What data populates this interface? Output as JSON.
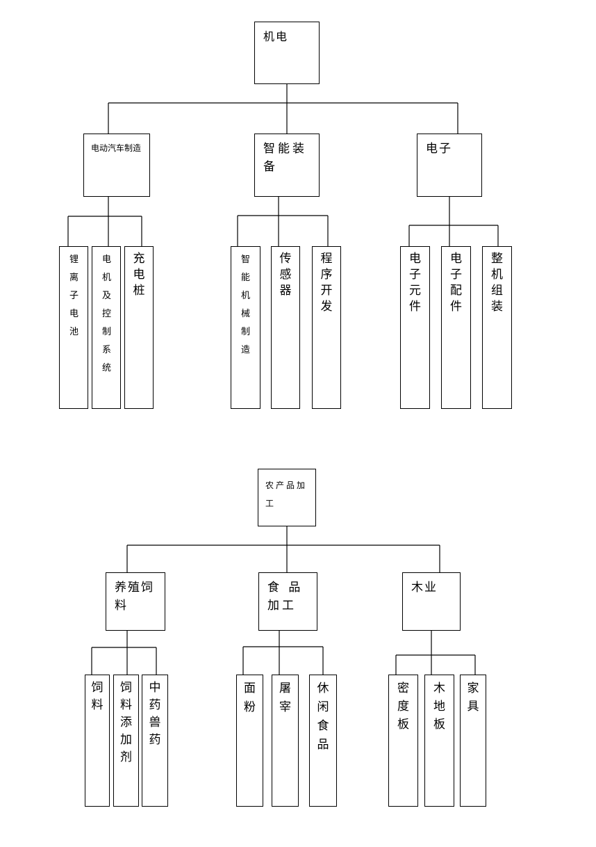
{
  "chart1": {
    "root": "机电",
    "branches": [
      {
        "label": "电动汽车制造",
        "children": [
          "锂离子电池",
          "电机及控制系统",
          "充电桩"
        ]
      },
      {
        "label": "智能装备",
        "children": [
          "智能机械制造",
          "传感器",
          "程序开发"
        ]
      },
      {
        "label": "电子",
        "children": [
          "电子元件",
          "电子配件",
          "整机组装"
        ]
      }
    ]
  },
  "chart2": {
    "root": "农产品加工",
    "branches": [
      {
        "label": "养殖饲料",
        "children": [
          "饲料",
          "饲料添加剂",
          "中药兽药"
        ]
      },
      {
        "label": "食 品加工",
        "children": [
          "面粉",
          "屠宰",
          "休闲食品"
        ]
      },
      {
        "label": "木业",
        "children": [
          "密度板",
          "木地板",
          "家具"
        ]
      }
    ]
  }
}
